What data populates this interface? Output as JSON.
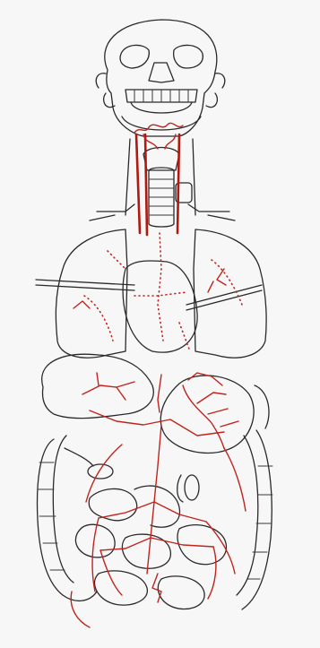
{
  "figure": {
    "colors": {
      "background": "#f7f7f8",
      "outline": "#2a2a2a",
      "vessels": "#c0241c"
    },
    "parts": [
      "skull",
      "neck",
      "trachea",
      "heart",
      "lungs",
      "liver",
      "stomach",
      "small-intestine",
      "colon"
    ]
  }
}
